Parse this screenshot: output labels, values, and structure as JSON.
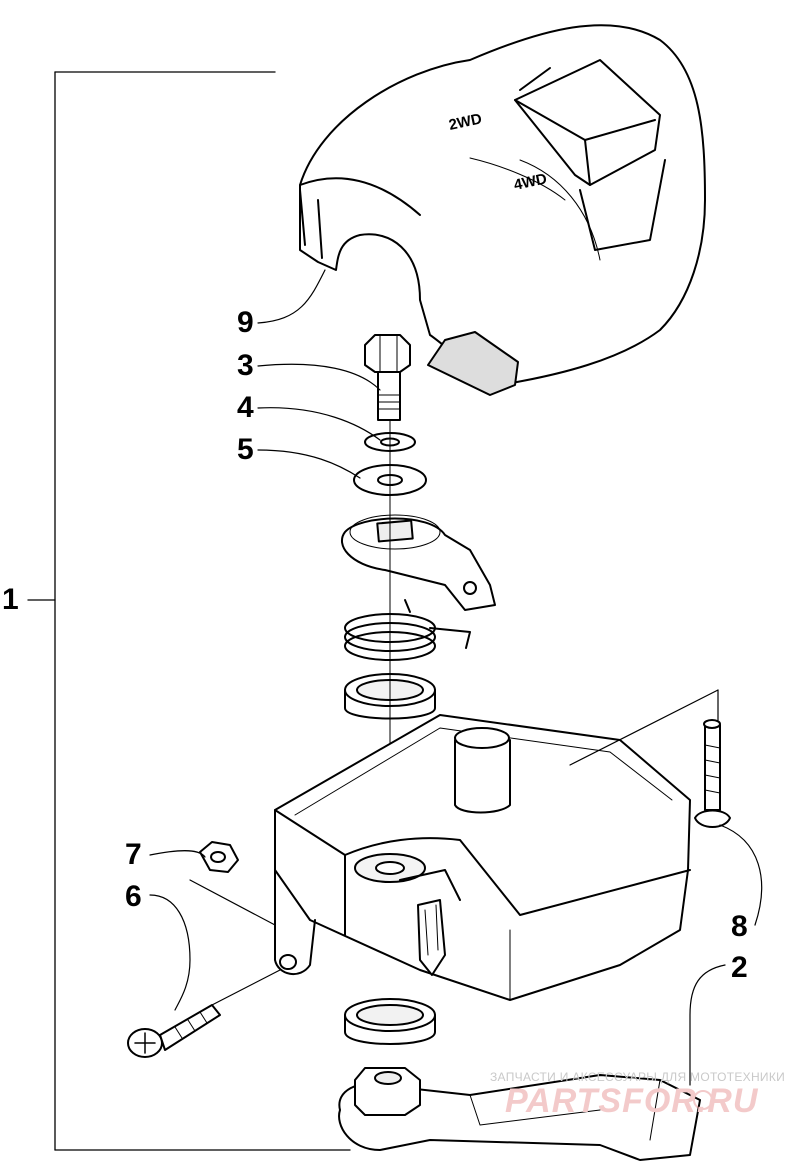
{
  "diagram": {
    "switch_labels": {
      "upper": "2WD",
      "lower": "4WD"
    },
    "callouts": [
      "1",
      "2",
      "3",
      "4",
      "5",
      "6",
      "7",
      "8",
      "9"
    ]
  },
  "watermark": {
    "caption": "ЗАПЧАСТИ И АКСЕССУАРЫ ДЛЯ МОТОТЕХНИКИ",
    "logo": "PARTSFOR.RU"
  }
}
